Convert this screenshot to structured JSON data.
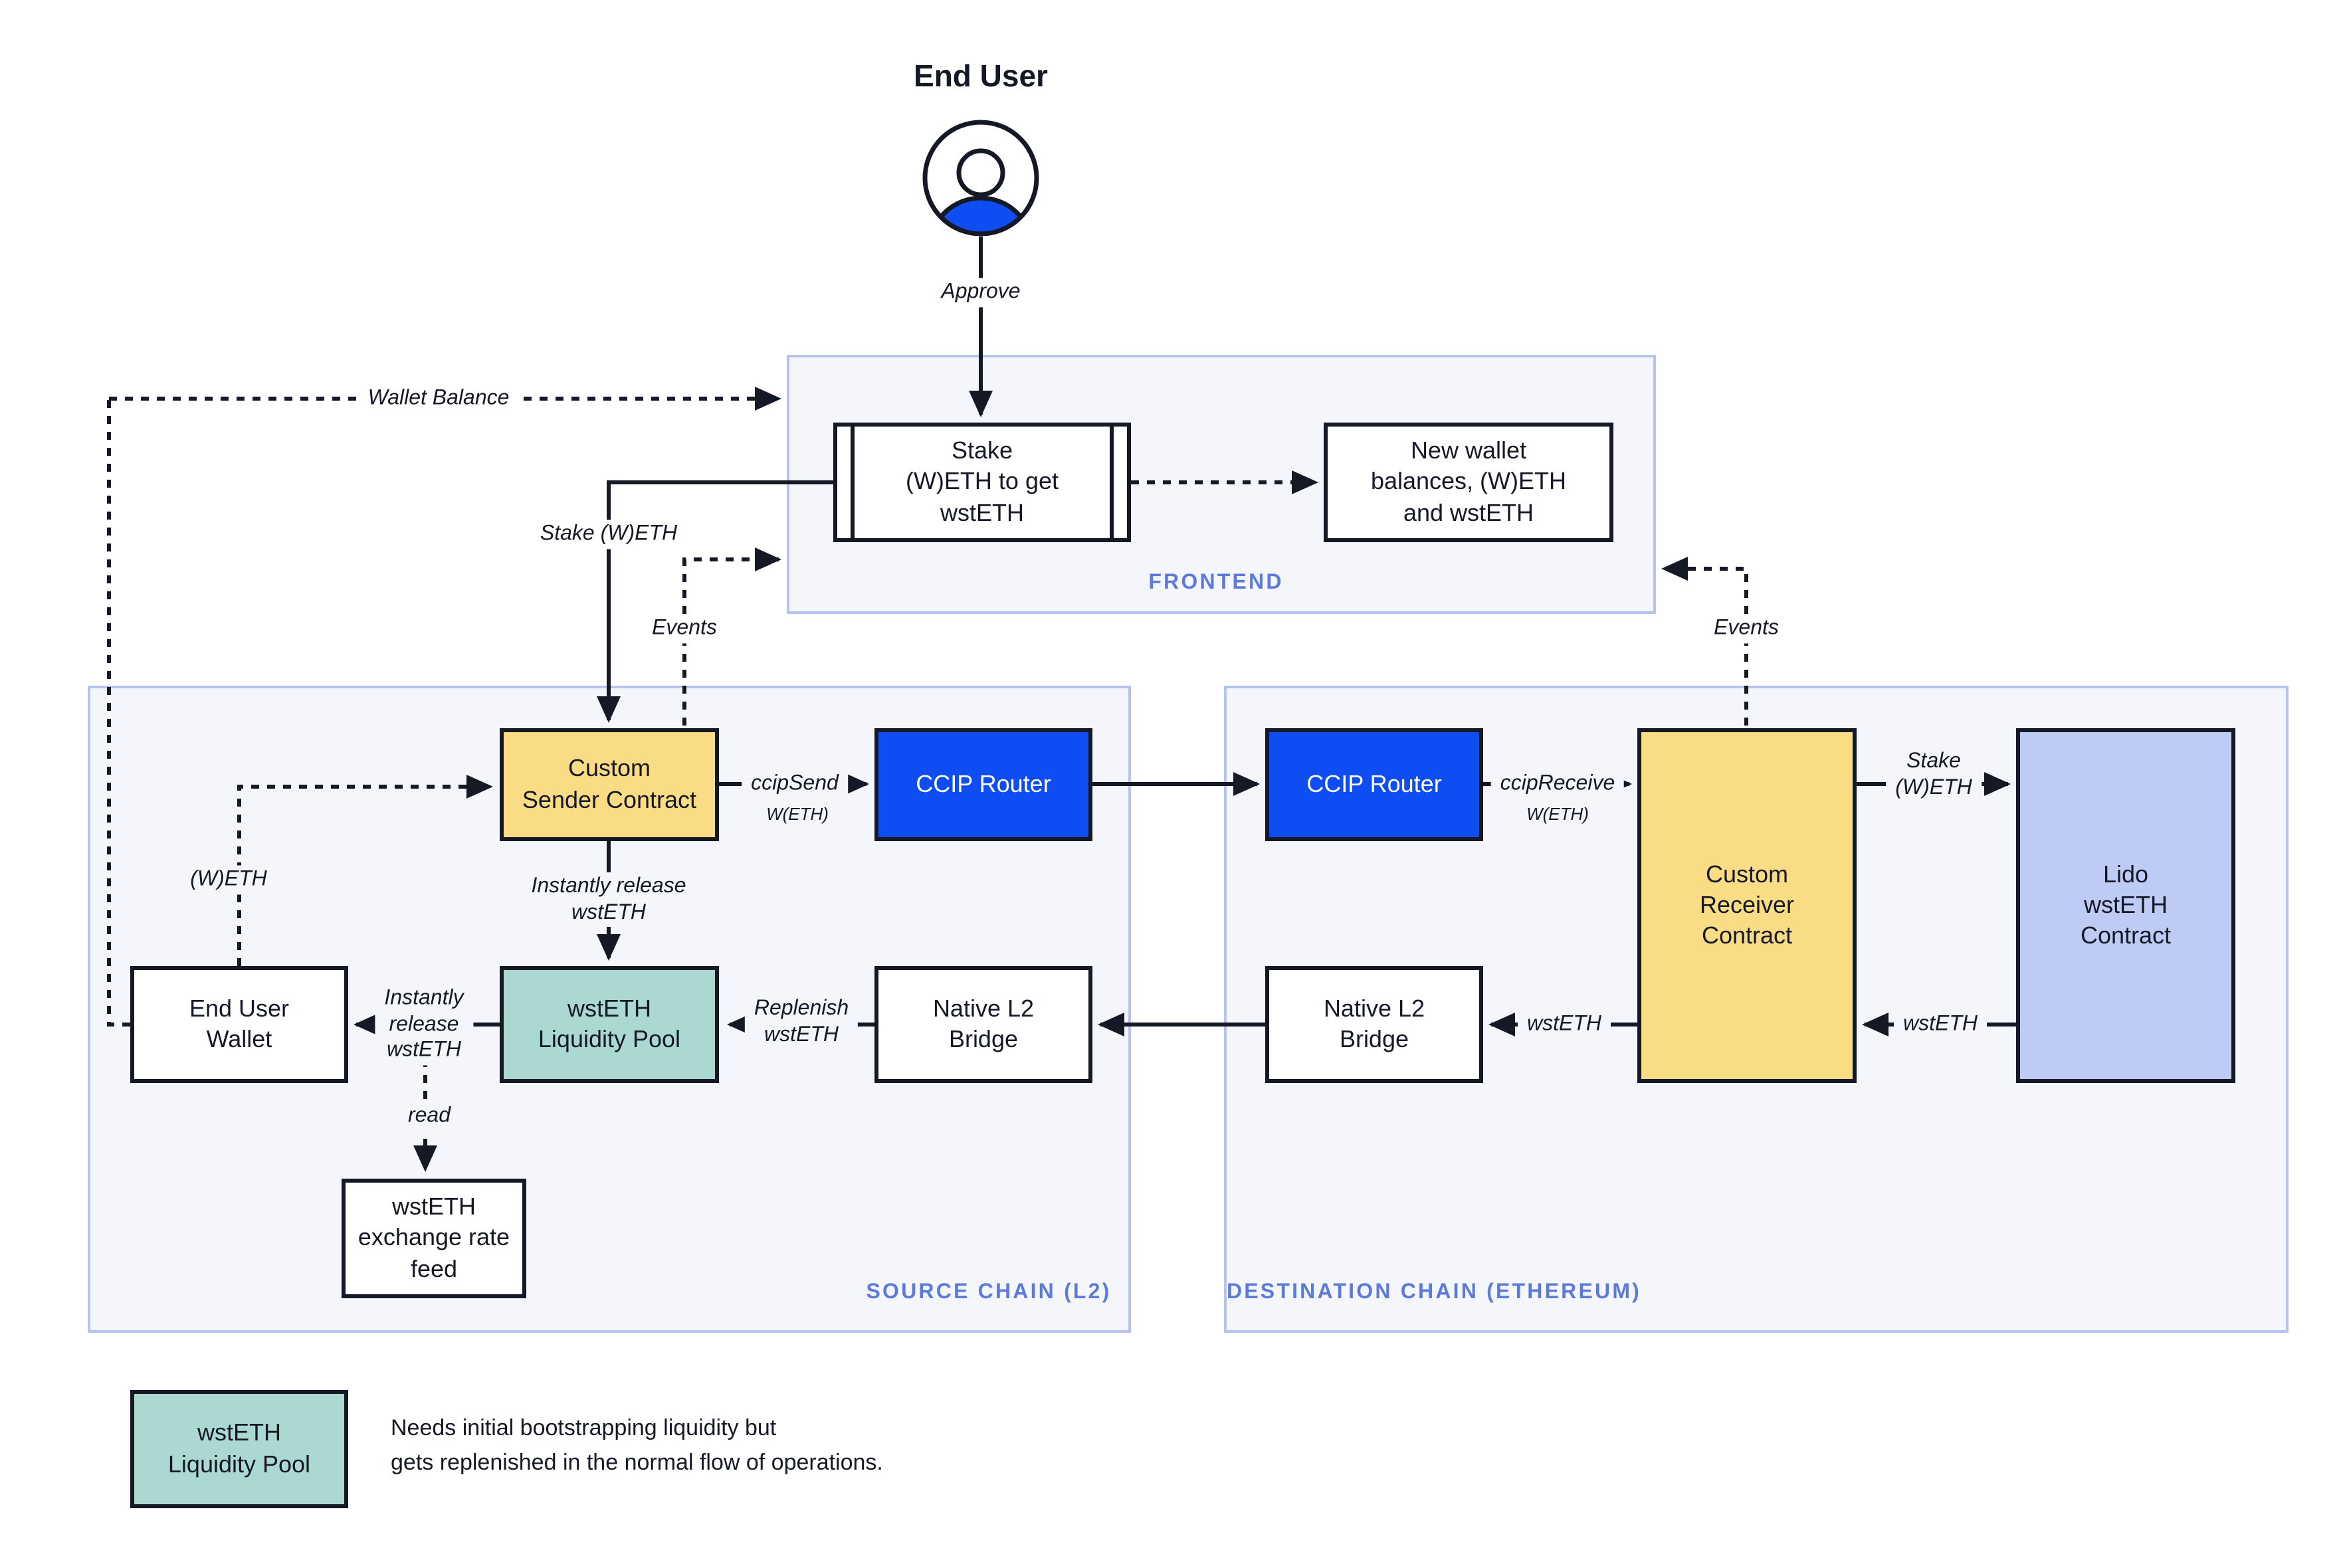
{
  "theme": {
    "ink": "#141925",
    "accent_blue": "#0E4DF2",
    "contract_yellow": "#FADC85",
    "pool_teal": "#ABD8D2",
    "lido_periwinkle": "#BECBF5",
    "panel_fill": "#F5F6FC",
    "panel_border": "#B6C3EF",
    "panel_title_blue": "#5C7AD9"
  },
  "end_user": {
    "title": "End User"
  },
  "containers": {
    "frontend": "FRONTEND",
    "source": "SOURCE CHAIN (L2)",
    "destination": "DESTINATION CHAIN (ETHEREUM)"
  },
  "nodes": {
    "stake_box": "Stake\n(W)ETH to get\nwstETH",
    "new_wallet_box": "New wallet\nbalances, (W)ETH\nand wstETH",
    "custom_sender": "Custom\nSender Contract",
    "ccip_router_source": "CCIP Router",
    "ccip_router_dest": "CCIP Router",
    "custom_receiver": "Custom\nReceiver\nContract",
    "lido_contract": "Lido\nwstETH\nContract",
    "end_user_wallet": "End User\nWallet",
    "liquidity_pool": "wstETH\nLiquidity Pool",
    "native_bridge_source": "Native L2\nBridge",
    "native_bridge_dest": "Native L2\nBridge",
    "exchange_rate_feed": "wstETH\nexchange rate\nfeed"
  },
  "edges": {
    "approve": "Approve",
    "wallet_balance": "Wallet Balance",
    "stake_weth": "Stake (W)ETH",
    "events_left": "Events",
    "events_right": "Events",
    "ccip_send": "ccipSend",
    "ccip_send_token": "W(ETH)",
    "ccip_receive": "ccipReceive",
    "ccip_receive_token": "W(ETH)",
    "stake_weth_dest": "Stake\n(W)ETH",
    "wsteth_from_lido": "wstETH",
    "wsteth_to_bridge": "wstETH",
    "replenish": "Replenish\nwstETH",
    "instant_release_h": "Instantly\nrelease\nwstETH",
    "instant_release_v": "Instantly release\nwstETH",
    "weth_return": "(W)ETH",
    "read": "read"
  },
  "legend": {
    "box": "wstETH\nLiquidity Pool",
    "note": "Needs initial bootstrapping liquidity but\ngets replenished in the normal flow of operations."
  }
}
